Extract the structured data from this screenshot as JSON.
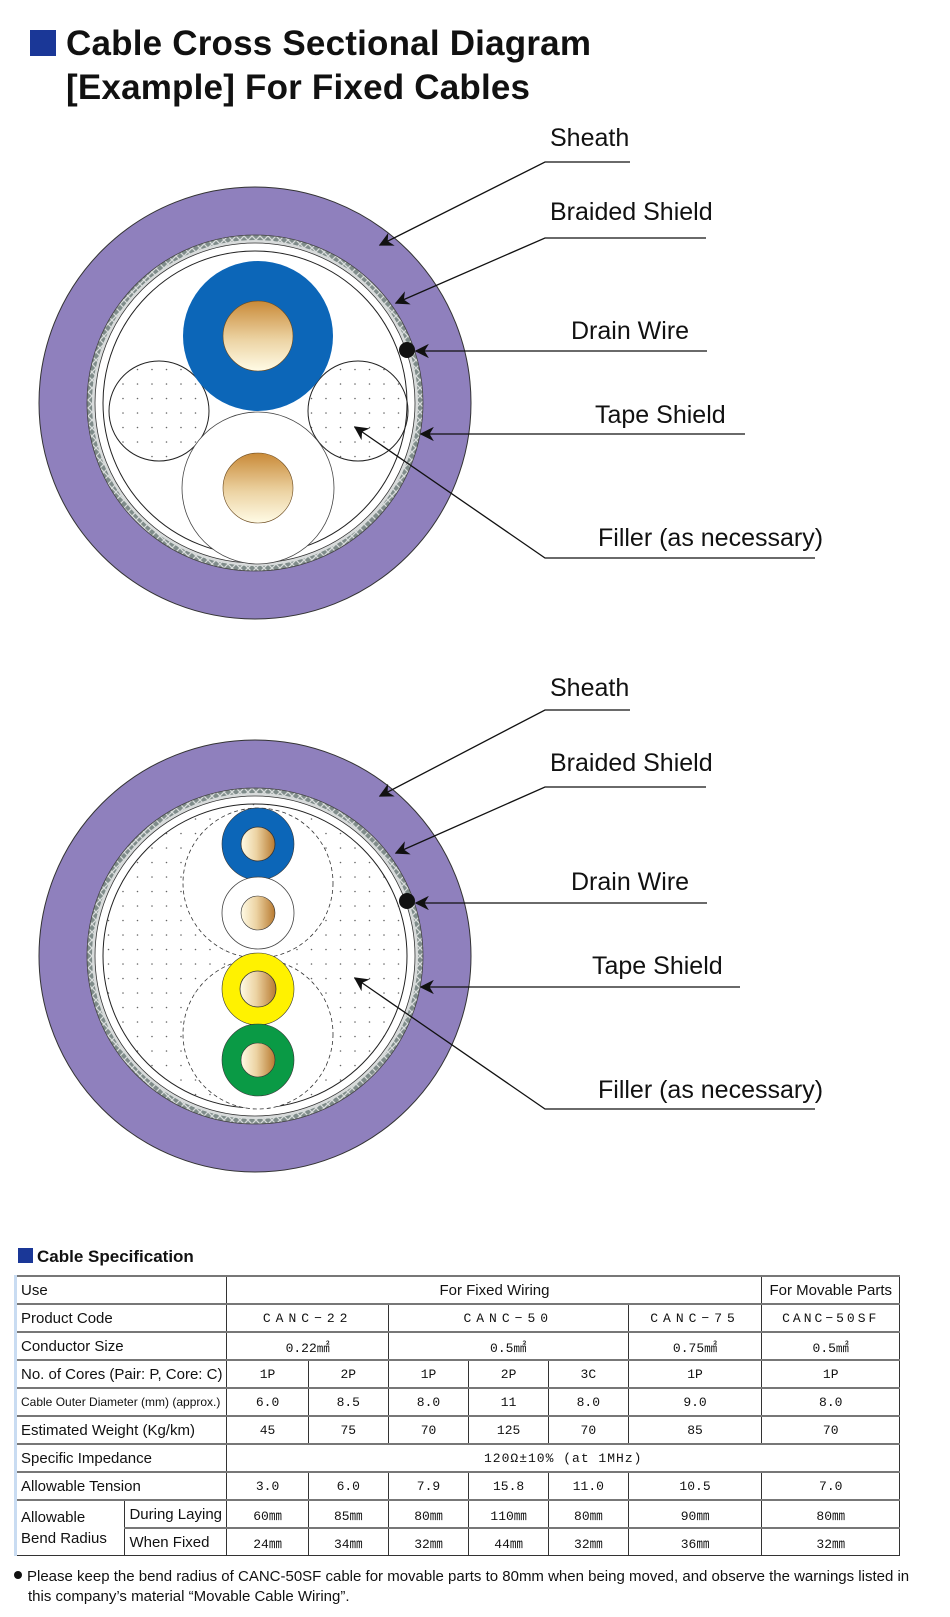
{
  "title": {
    "line1": "Cable Cross Sectional Diagram",
    "line2": "[Example] For Fixed Cables"
  },
  "diagram1": {
    "labels": {
      "sheath": "Sheath",
      "braided_shield": "Braided Shield",
      "drain_wire": "Drain Wire",
      "tape_shield": "Tape Shield",
      "filler": "Filler (as necessary)"
    },
    "core_colors": [
      "#0c66b8",
      "#ffffff"
    ]
  },
  "diagram2": {
    "labels": {
      "sheath": "Sheath",
      "braided_shield": "Braided Shield",
      "drain_wire": "Drain Wire",
      "tape_shield": "Tape Shield",
      "filler": "Filler (as necessary)"
    },
    "core_colors": [
      "#0c66b8",
      "#ffffff",
      "#fff200",
      "#0a9a45"
    ]
  },
  "colors": {
    "sheath": "#8f80bd",
    "brand_square": "#1a3797",
    "copper_top": "#c98a38",
    "copper_bottom": "#fff8e0"
  },
  "spec": {
    "heading": "Cable Specification",
    "use": {
      "label": "Use",
      "fixed": "For Fixed Wiring",
      "movable": "For Movable Parts"
    },
    "product_code": {
      "label": "Product Code",
      "values": [
        "CANC−22",
        "CANC−50",
        "CANC−75",
        "CANC−50SF"
      ]
    },
    "conductor_size": {
      "label": "Conductor Size",
      "values": [
        "0.22㎟",
        "0.5㎟",
        "0.75㎟",
        "0.5㎟"
      ]
    },
    "cores": {
      "label": "No. of Cores (Pair: P, Core: C)",
      "values": [
        "1P",
        "2P",
        "1P",
        "2P",
        "3C",
        "1P",
        "1P"
      ]
    },
    "outer_diameter": {
      "label": "Cable Outer Diameter (mm) (approx.)",
      "values": [
        "6.0",
        "8.5",
        "8.0",
        "11",
        "8.0",
        "9.0",
        "8.0"
      ]
    },
    "weight": {
      "label": "Estimated Weight (Kg/km)",
      "values": [
        "45",
        "75",
        "70",
        "125",
        "70",
        "85",
        "70"
      ]
    },
    "impedance": {
      "label": "Specific Impedance",
      "value": "120Ω±10% (at 1MHz)"
    },
    "tension": {
      "label": "Allowable Tension",
      "values": [
        "3.0",
        "6.0",
        "7.9",
        "15.8",
        "11.0",
        "10.5",
        "7.0"
      ]
    },
    "bend": {
      "label_line1": "Allowable",
      "label_line2": "Bend Radius",
      "laying": {
        "label": "During Laying",
        "values": [
          "60㎜",
          "85㎜",
          "80㎜",
          "110㎜",
          "80㎜",
          "90㎜",
          "80㎜"
        ]
      },
      "fixed": {
        "label": "When Fixed",
        "values": [
          "24㎜",
          "34㎜",
          "32㎜",
          "44㎜",
          "32㎜",
          "36㎜",
          "32㎜"
        ]
      }
    }
  },
  "note": {
    "line1": "Please keep the bend radius of CANC-50SF cable for movable parts to 80mm when being moved, and observe the warnings listed in",
    "line2": "this company’s material “Movable Cable Wiring”."
  }
}
